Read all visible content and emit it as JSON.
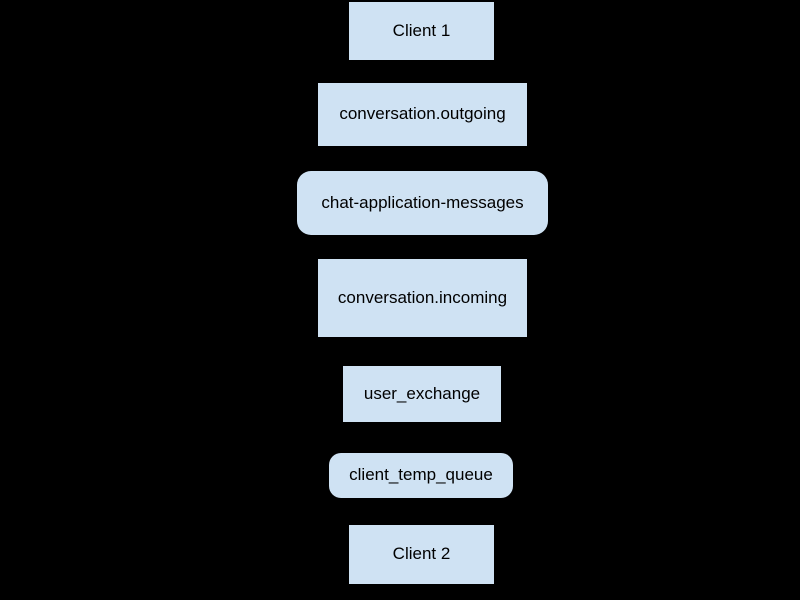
{
  "diagram": {
    "background_color": "#000000",
    "node_fill_color": "#cfe2f3",
    "node_text_color": "#000000",
    "nodes": [
      {
        "id": "client-1",
        "label": "Client 1",
        "shape": "rect"
      },
      {
        "id": "conversation-outgoing",
        "label": "conversation.outgoing",
        "shape": "rect"
      },
      {
        "id": "chat-application-messages",
        "label": "chat-application-messages",
        "shape": "rounded-rect"
      },
      {
        "id": "conversation-incoming",
        "label": "conversation.incoming",
        "shape": "rect"
      },
      {
        "id": "user-exchange",
        "label": "user_exchange",
        "shape": "rect"
      },
      {
        "id": "client-temp-queue",
        "label": "client_temp_queue",
        "shape": "rounded-rect"
      },
      {
        "id": "client-2",
        "label": "Client 2",
        "shape": "rect"
      }
    ]
  }
}
